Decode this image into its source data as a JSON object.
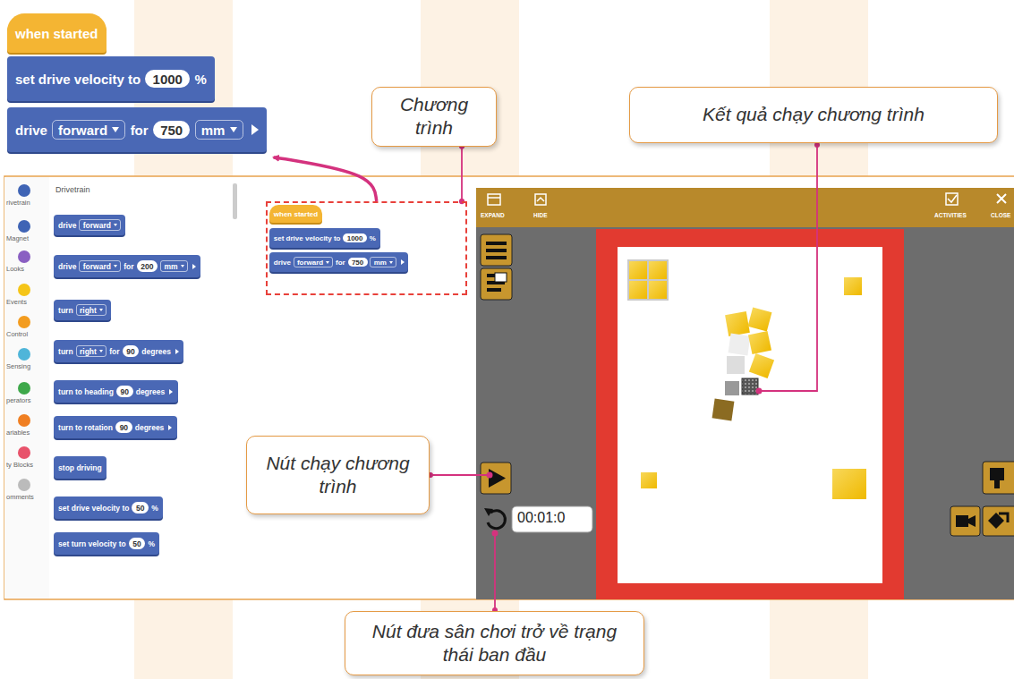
{
  "diagram": {
    "nodes": [
      {
        "text": [
          "when started"
        ]
      },
      {
        "text": [
          "set drive velocity to",
          "1000",
          "%"
        ]
      },
      {
        "text": [
          "drive",
          "forward",
          "for",
          "750",
          "mm"
        ]
      },
      {
        "text": [
          "Chương trình"
        ]
      },
      {
        "text": [
          "Kết quả chạy chương trình"
        ]
      },
      {
        "text": []
      },
      {
        "text": [
          "when started"
        ],
        "in": 5
      },
      {
        "text": [
          "set drive velocity to",
          "1000",
          "%"
        ],
        "in": 5
      },
      {
        "text": [
          "drive",
          "forward",
          "for",
          "750",
          "mm"
        ],
        "in": 5
      },
      {
        "text": [
          "drive",
          "forward"
        ]
      },
      {
        "text": [
          "drive",
          "forward",
          "for",
          "200",
          "mm"
        ]
      },
      {
        "text": [
          "turn",
          "right"
        ]
      },
      {
        "text": [
          "turn",
          "right",
          "for",
          "90",
          "degrees"
        ]
      },
      {
        "text": [
          "turn to heading",
          "90",
          "degrees"
        ]
      },
      {
        "text": [
          "turn to rotation",
          "90",
          "degrees"
        ]
      },
      {
        "text": [
          "stop driving"
        ]
      },
      {
        "text": [
          "set drive velocity to",
          "50",
          "%"
        ]
      },
      {
        "text": [
          "set turn velocity to",
          "50",
          "%"
        ]
      },
      {
        "text": [
          "Nút chạy chương trình"
        ]
      },
      {
        "text": [
          "Nút đưa sân chơi trở về trạng thái ban đầu"
        ]
      }
    ],
    "edges": [
      {
        "from": 3,
        "to": 5,
        "arrow": "none"
      },
      {
        "from": 5,
        "to": 2,
        "arrow": "to"
      }
    ],
    "labels": [
      "Drivetrain",
      "rivetrain",
      "Magnet",
      "Looks",
      "Events",
      "Control",
      "Sensing",
      "perators",
      "ariables",
      "ty Blocks",
      "omments",
      "EXPAND",
      "HIDE",
      "ACTIVITIES",
      "CLOSE",
      "00:01:0"
    ]
  }
}
